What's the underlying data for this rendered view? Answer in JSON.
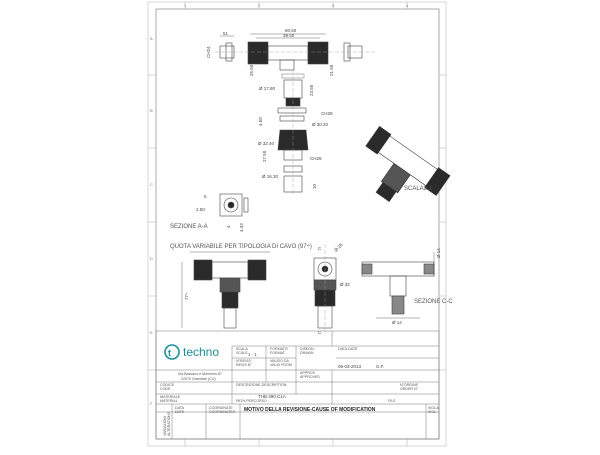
{
  "frame": {
    "columns": [
      "1",
      "2",
      "3",
      "4"
    ],
    "rows": [
      "A",
      "B",
      "C",
      "D",
      "E",
      "F"
    ]
  },
  "views": {
    "top": {
      "dims": [
        "51",
        "60.50",
        "38.50",
        "CH24",
        "25.50",
        "21.50"
      ]
    },
    "exploded": {
      "dims": [
        "Ø 17.80",
        "23.50",
        "CH29",
        "Ø 30.20",
        "Ø 32.40",
        "27.50",
        "CH29",
        "Ø 16.30",
        "10",
        "4.50"
      ]
    },
    "section_aa": {
      "dims": [
        "5",
        "2.50",
        "4",
        "4.33"
      ],
      "label": "SEZIONE A-A"
    },
    "iso": {
      "label": "SCALA2:1"
    },
    "front": {
      "note": "QUOTA VARIABILE PER TIPOLOGIA DI CAVO (97÷)",
      "dims": [
        "77÷"
      ]
    },
    "side": {
      "dims": [
        "C",
        "C",
        "Ø 28",
        "Ø 32"
      ]
    },
    "section_cc": {
      "dims": [
        "Ø 14",
        "Ø 14"
      ],
      "label": "SEZIONE C-C"
    }
  },
  "title_block": {
    "logo_text": "techno",
    "address_1": "Via Bassano e Mornesio,57",
    "address_2": "22070 Grandate (CO)",
    "scale_label": "SCALA",
    "scale_label_en": "SCALE",
    "scale_value": "1 : 1",
    "format_label": "FORMATO",
    "format_label_en": "FORMAT",
    "revision_label": "N°REVIS.",
    "revision_label_en": "REVIS.N°",
    "valid_from_label": "VALIDO DA",
    "valid_from_label_en": "VALID FROM",
    "code_label": "CODICE",
    "code_label_en": "CODE",
    "description_label": "DESCRIZIONE-DESCRIPTION",
    "description_value": "THB.390.C1A",
    "drawn_label": "DISEGN.",
    "drawn_label_en": "DRAWN",
    "approved_label": "APPROV.",
    "approved_label_en": "APPROVED",
    "date_label": "DATA-DATE",
    "date_value": "05-03-2013",
    "drawn_by": "G.F.",
    "order_label": "N°ORDINE",
    "order_label_en": "ORDER N°",
    "material_label": "MATERIALE",
    "material_label_en": "MATERIAL",
    "path_label": "PATH-PERCORSO",
    "file_label": "FILE",
    "variations_label": "VARIAZIONI",
    "variations_label_en": "ALTERATIONS",
    "data_label": "DATA",
    "data_label_en": "DATE",
    "coord_label": "COORDINATE",
    "coord_label_en": "COORDINATES",
    "reason_label": "MOTIVO DELLA REVISIONE-CAUSE OF MODIFICATION",
    "sign_label": "SIGLA",
    "sign_label_en": "SIGL."
  },
  "colors": {
    "line": "#444444",
    "thin": "#999999",
    "fill_dark": "#2a2a2a",
    "logo": "#1b8f9a"
  }
}
